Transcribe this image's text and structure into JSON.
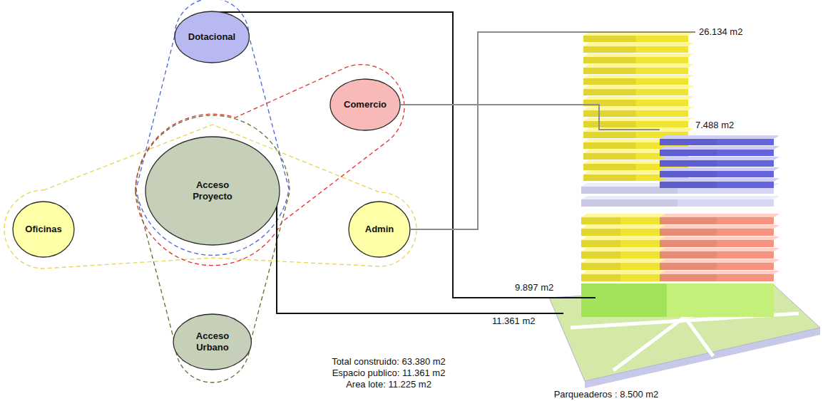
{
  "diagram": {
    "nodes": [
      {
        "text": [
          "Dotacional"
        ]
      },
      {
        "text": [
          "Comercio"
        ]
      },
      {
        "text": [
          "Acceso Proyecto"
        ]
      },
      {
        "text": [
          "Oficinas"
        ]
      },
      {
        "text": [
          "Admin"
        ]
      },
      {
        "text": [
          "Acceso Urbano"
        ]
      }
    ],
    "labels": [
      "26.134 m2",
      "7.488 m2",
      "9.897 m2",
      "11.361 m2",
      "Total construido: 63.380 m2",
      "Espacio publico: 11.361 m2",
      "Area lote: 11.225 m2",
      "Parqueaderos : 8.500 m2"
    ]
  }
}
